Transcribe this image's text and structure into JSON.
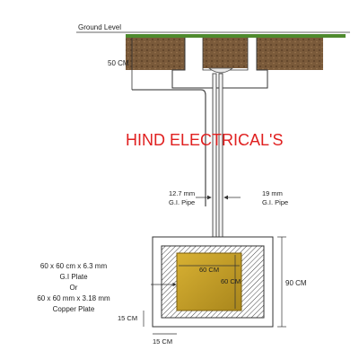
{
  "watermark": "HIND ELECTRICAL'S",
  "labels": {
    "ground_level": "Ground Level",
    "depth_top": "50 CM",
    "left_pipe_size": "12.7 mm",
    "left_pipe_type": "G.I. Pipe",
    "right_pipe_size": "19 mm",
    "right_pipe_type": "G.I. Pipe",
    "plate_spec_line1": "60 x 60 cm x 6.3 mm",
    "plate_spec_line2": "G.I Plate",
    "plate_spec_line3": "Or",
    "plate_spec_line4": "60 x 60 mm x 3.18 mm",
    "plate_spec_line5": "Copper Plate",
    "plate_width": "60 CM",
    "plate_height": "60 CM",
    "pit_depth": "90 CM",
    "side_clearance": "15 CM",
    "bottom_clearance": "15 CM"
  },
  "colors": {
    "grass": "#4f8a2e",
    "soil": "#7a5a3a",
    "plate": "#c9a227",
    "line": "#333333",
    "watermark": "#e02020"
  }
}
